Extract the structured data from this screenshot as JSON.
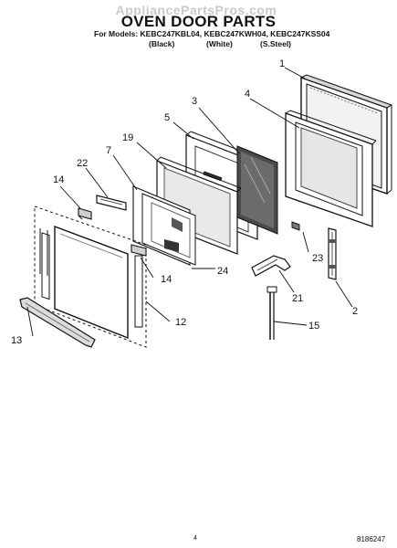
{
  "watermark": "AppliancePartsPros.com",
  "title": "OVEN DOOR PARTS",
  "models_line": "For Models: KEBC247KBL04, KEBC247KWH04, KEBC247KSS04",
  "finishes": [
    "(Black)",
    "(White)",
    "(S.Steel)"
  ],
  "callouts": {
    "c1": "1",
    "c2": "2",
    "c3": "3",
    "c4": "4",
    "c5": "5",
    "c7": "7",
    "c12": "12",
    "c13": "13",
    "c14a": "14",
    "c14b": "14",
    "c15": "15",
    "c19": "19",
    "c21": "21",
    "c22": "22",
    "c23": "23",
    "c24": "24"
  },
  "footer": {
    "page_number": "4",
    "doc_number": "8186247"
  }
}
